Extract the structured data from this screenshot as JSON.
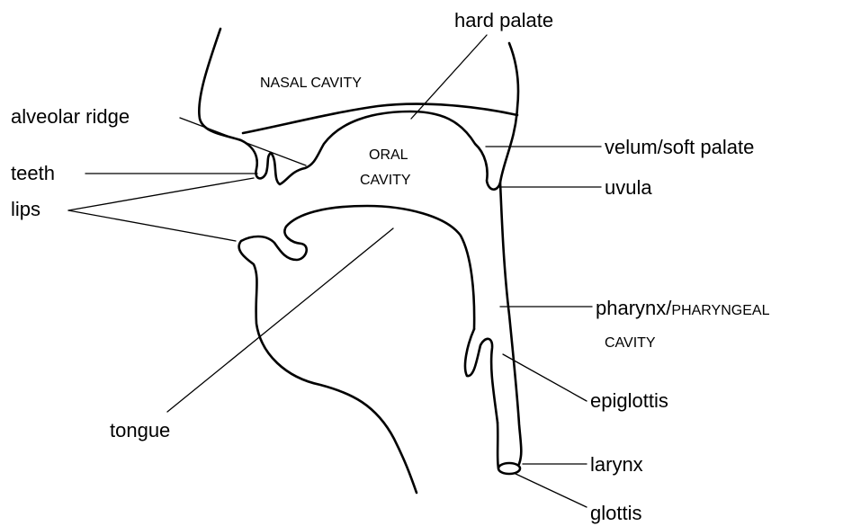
{
  "labels": {
    "hard_palate": "hard palate",
    "nasal_cavity": "NASAL CAVITY",
    "alveolar_ridge": "alveolar ridge",
    "oral_cavity_line1": "ORAL",
    "oral_cavity_line2": "CAVITY",
    "velum": "velum/soft palate",
    "teeth": "teeth",
    "uvula": "uvula",
    "lips": "lips",
    "pharynx": "pharynx/",
    "pharyngeal": "PHARYNGEAL",
    "pharyngeal_cavity": "CAVITY",
    "epiglottis": "epiglottis",
    "tongue": "tongue",
    "larynx": "larynx",
    "glottis": "glottis"
  }
}
